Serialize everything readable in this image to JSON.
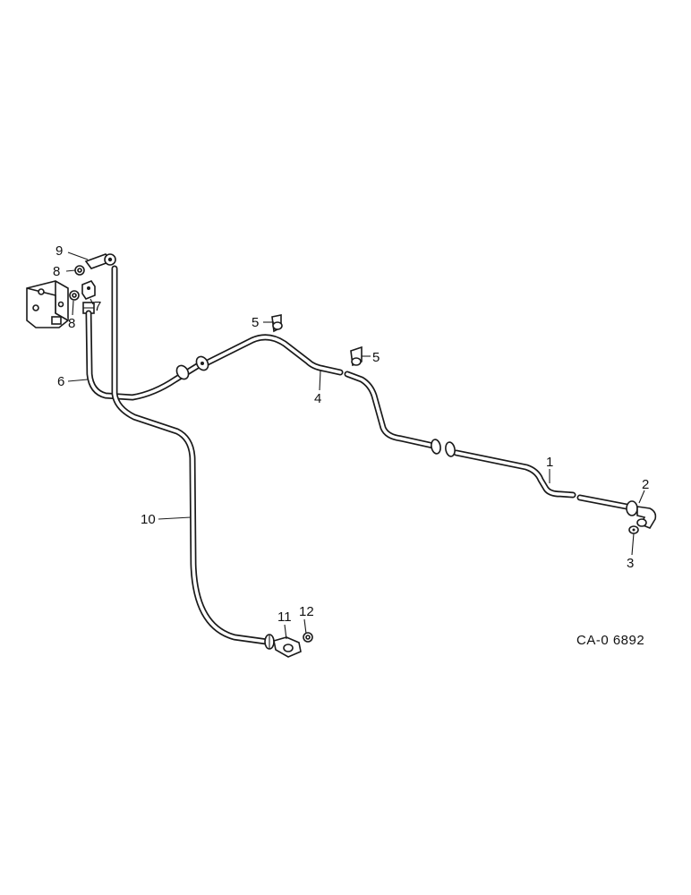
{
  "diagram": {
    "code": "CA-0 6892",
    "callouts": [
      {
        "id": "c1",
        "text": "1"
      },
      {
        "id": "c2",
        "text": "2"
      },
      {
        "id": "c3",
        "text": "3"
      },
      {
        "id": "c4",
        "text": "4"
      },
      {
        "id": "c5a",
        "text": "5"
      },
      {
        "id": "c5b",
        "text": "5"
      },
      {
        "id": "c6",
        "text": "6"
      },
      {
        "id": "c7",
        "text": "7"
      },
      {
        "id": "c8a",
        "text": "8"
      },
      {
        "id": "c8b",
        "text": "8"
      },
      {
        "id": "c9",
        "text": "9"
      },
      {
        "id": "c10",
        "text": "10"
      },
      {
        "id": "c11",
        "text": "11"
      },
      {
        "id": "c12",
        "text": "12"
      }
    ]
  }
}
